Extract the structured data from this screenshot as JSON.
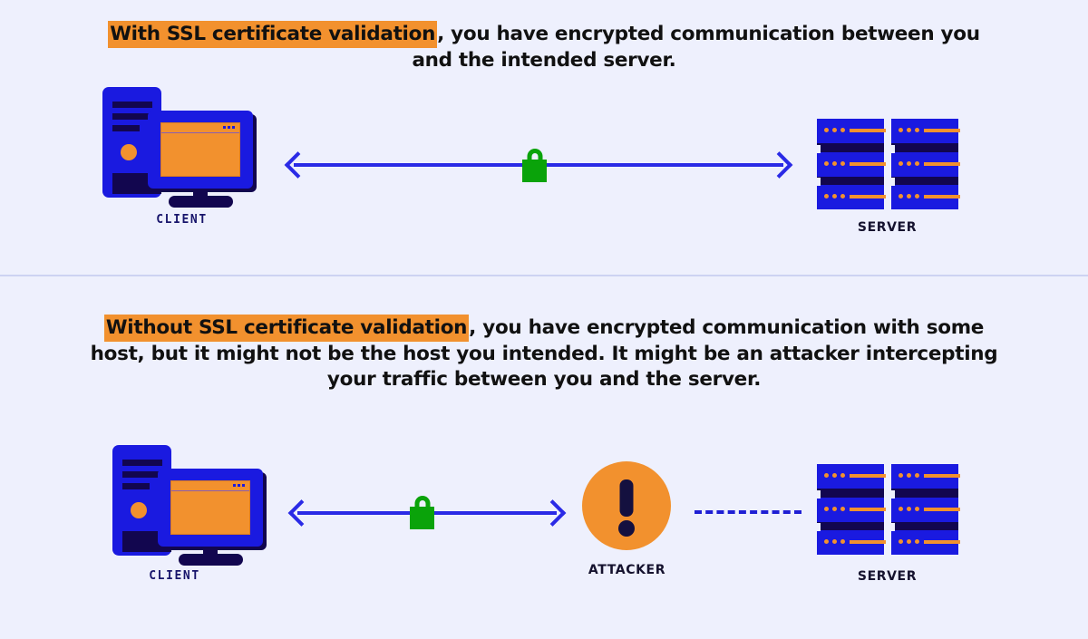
{
  "page": {
    "background_color": "#eef0fd",
    "divider_color": "#cdd3f2"
  },
  "colors": {
    "highlight_orange": "#f2912e",
    "accent_blue": "#1a1ae0",
    "arrow_blue": "#2a2ae6",
    "dark_navy": "#12064f",
    "lock_green": "#0aa30a",
    "text_dark": "#111111",
    "label_navy": "#17146b"
  },
  "sections": [
    {
      "id": "with-ssl",
      "caption": {
        "highlight": "With SSL certificate validation",
        "rest": ", you have encrypted communication between you and the intended server."
      },
      "nodes": {
        "client_label": "CLIENT",
        "server_label": "SERVER"
      },
      "connection": {
        "type": "double-arrow",
        "lock_icon": "lock-icon",
        "lock_state": "secure"
      }
    },
    {
      "id": "without-ssl",
      "caption": {
        "highlight": "Without SSL certificate validation",
        "rest": ", you have encrypted communication with some host, but it might not be the host you intended. It might be an attacker intercepting your traffic between you and the server."
      },
      "nodes": {
        "client_label": "CLIENT",
        "attacker_label": "ATTACKER",
        "server_label": "SERVER"
      },
      "connection": {
        "type": "double-arrow",
        "lock_icon": "lock-icon",
        "lock_state": "secure",
        "secondary_type": "dashed-line"
      }
    }
  ]
}
